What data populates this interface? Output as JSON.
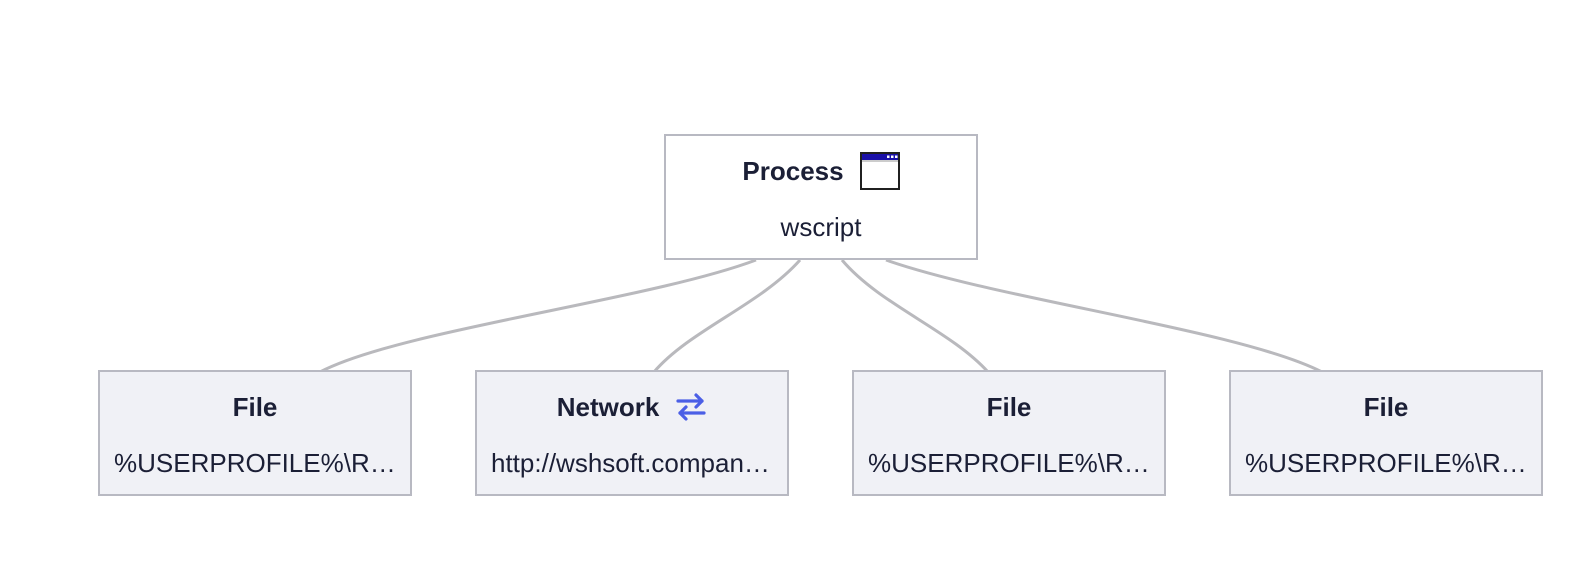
{
  "colors": {
    "edge": "#b9b9bd",
    "node_border": "#b8b9c2",
    "child_fill": "#f0f1f6",
    "network_icon": "#4b5fe6",
    "window_titlebar": "#1a10a8"
  },
  "root": {
    "title": "Process",
    "icon": "application-window-icon",
    "value": "wscript"
  },
  "children": [
    {
      "title": "File",
      "icon": "",
      "value": "%USERPROFILE%\\Roaming\\..."
    },
    {
      "title": "Network",
      "icon": "transfer-arrows-icon",
      "value": "http://wshsoft.company/..."
    },
    {
      "title": "File",
      "icon": "",
      "value": "%USERPROFILE%\\Roaming\\..."
    },
    {
      "title": "File",
      "icon": "",
      "value": "%USERPROFILE%\\Roaming\\..."
    }
  ]
}
